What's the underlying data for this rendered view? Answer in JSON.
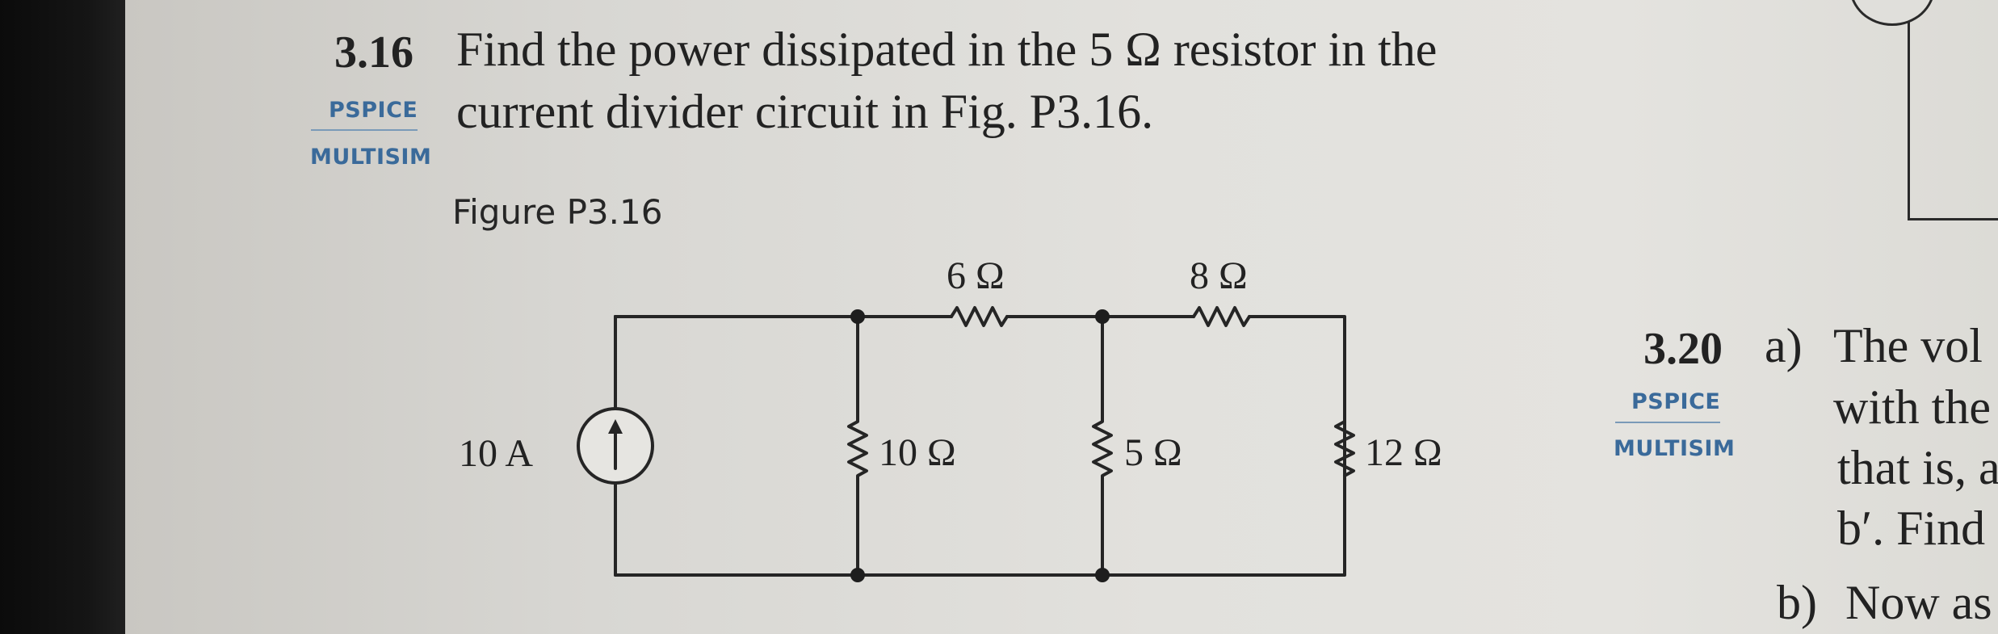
{
  "problem_316": {
    "number": "3.16",
    "line1": "Find the power dissipated in the 5 Ω resistor in the",
    "line2": "current divider circuit in Fig. P3.16.",
    "tag_top": "PSPICE",
    "tag_bottom": "MULTISIM"
  },
  "figure": {
    "caption": "Figure P3.16",
    "source_label": "10 A",
    "r_top_left": "6 Ω",
    "r_top_right": "8 Ω",
    "r_shunt_1": "10 Ω",
    "r_shunt_2": "5 Ω",
    "r_shunt_3": "12 Ω"
  },
  "problem_320": {
    "number": "3.20",
    "part_a": "a)",
    "line1": "The vol",
    "line2": "with the",
    "line3": "that is, a",
    "line4": "b′. Find",
    "part_b": "b)",
    "line5": "Now as",
    "tag_top": "PSPICE",
    "tag_bottom": "MULTISIM"
  }
}
